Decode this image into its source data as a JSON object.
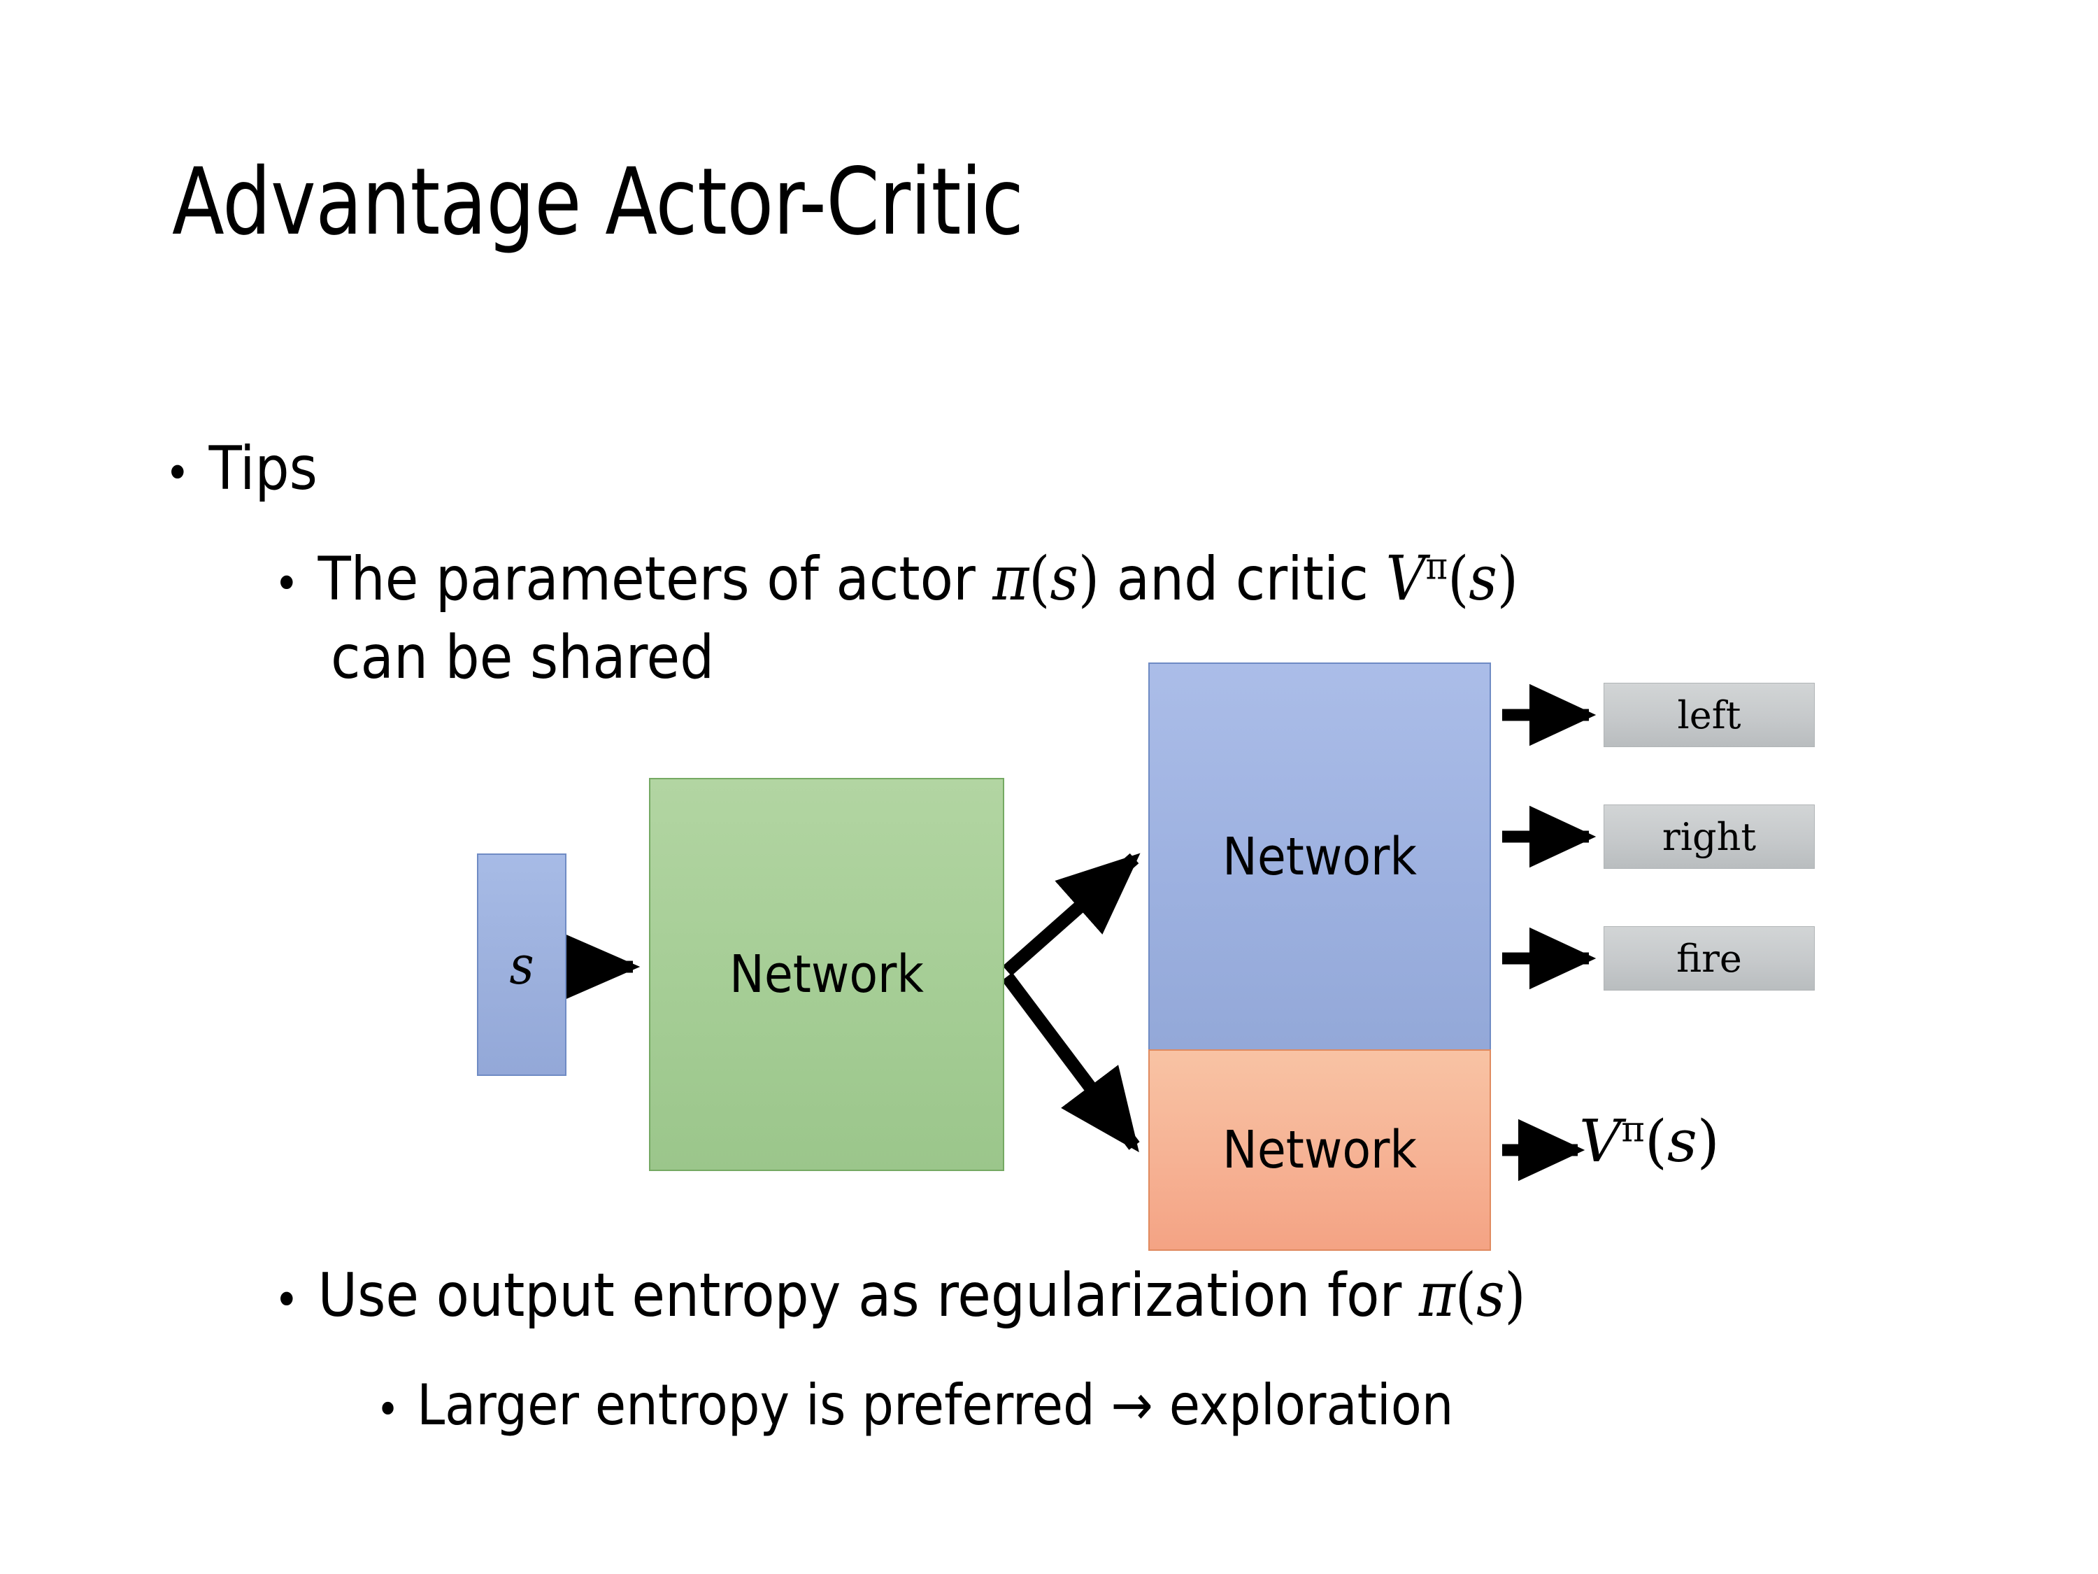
{
  "slide": {
    "title": "Advantage Actor-Critic",
    "background_color": "#ffffff",
    "text_color": "#000000"
  },
  "bullets": {
    "level1_tips": {
      "marker": "•",
      "text": "Tips"
    },
    "level2_shared": {
      "marker": "•",
      "line1_prefix": "The parameters of actor ",
      "pi_of_s": "π(s)",
      "line1_middle": "  and critic ",
      "v_pi_of_s": "Vπ(s)",
      "line2": "can be shared",
      "full_text": "The parameters of actor π(s)  and critic Vπ(s) can be shared"
    },
    "level2_entropy": {
      "marker": "•",
      "prefix": "Use output entropy as regularization for ",
      "pi_of_s": "π(s)",
      "full_text": "Use output entropy as regularization for π(s)"
    },
    "level3_larger": {
      "marker": "•",
      "text": "Larger entropy is preferred → exploration",
      "arrow": "→"
    }
  },
  "diagram": {
    "input_box": {
      "label": "s",
      "color": "#9db1e0",
      "border": "#6f8bc4"
    },
    "shared_network": {
      "label": "Network",
      "color": "#a5cd95",
      "border": "#75a963"
    },
    "actor_network": {
      "label": "Network",
      "color": "#9db1e0",
      "border": "#6f8bc4"
    },
    "critic_network": {
      "label": "Network",
      "color": "#f6b294",
      "border": "#e08a5f"
    },
    "action_outputs": [
      {
        "label": "left",
        "color": "#c6c9cb"
      },
      {
        "label": "right",
        "color": "#c6c9cb"
      },
      {
        "label": "fire",
        "color": "#c6c9cb"
      }
    ],
    "value_output": {
      "symbol": "V",
      "superscript": "π",
      "argument": "(s)",
      "full": "Vπ(s)"
    },
    "arrow_color": "#000000"
  }
}
